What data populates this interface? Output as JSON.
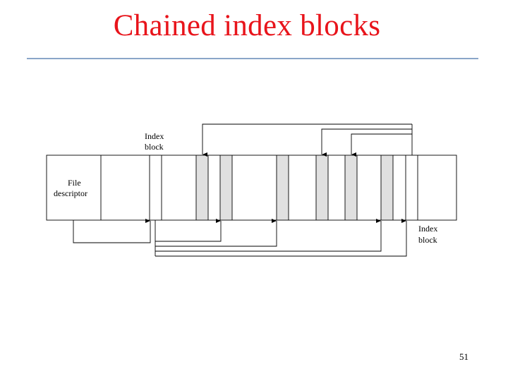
{
  "title": "Chained index blocks",
  "slide_number": "51",
  "diagram": {
    "file_descriptor_label": [
      "File",
      "descriptor"
    ],
    "index_block_top_label": [
      "Index",
      "block"
    ],
    "index_block_bottom_label": [
      "Index",
      "block"
    ]
  },
  "colors": {
    "title": "#e8141b",
    "rule": "#8aa6c8",
    "shaded_block": "#e0e0e0",
    "line": "#000000"
  }
}
